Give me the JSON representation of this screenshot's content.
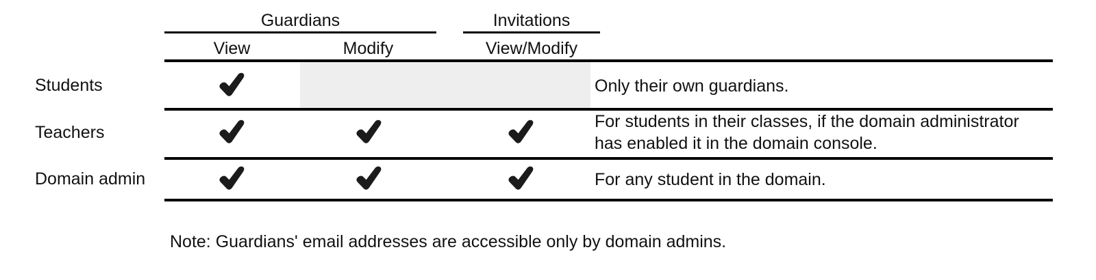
{
  "table": {
    "column_groups": [
      {
        "label": "Guardians",
        "spans": [
          "View",
          "Modify"
        ]
      },
      {
        "label": "Invitations",
        "spans": [
          "View/Modify"
        ]
      }
    ],
    "sub_headers": {
      "view": "View",
      "modify": "Modify",
      "view_modify": "View/Modify"
    },
    "check_icon": "check-mark-icon",
    "rows": [
      {
        "label": "Students",
        "guardians_view": true,
        "guardians_modify": false,
        "invitations_view_modify": false,
        "shaded_cells": "guardians_modify+invitations_view_modify",
        "description_lines": [
          "Only their own guardians."
        ]
      },
      {
        "label": "Teachers",
        "guardians_view": true,
        "guardians_modify": true,
        "invitations_view_modify": true,
        "shaded_cells": "",
        "description_lines": [
          "For students in their classes, if the domain administrator",
          "has enabled it in the domain console."
        ]
      },
      {
        "label": "Domain admin",
        "guardians_view": true,
        "guardians_modify": true,
        "invitations_view_modify": true,
        "shaded_cells": "",
        "description_lines": [
          "For any student in the domain."
        ]
      }
    ]
  },
  "note": "Note: Guardians' email addresses are accessible only by domain admins.",
  "colors": {
    "text": "#111111",
    "rule": "#000000",
    "shaded_cell": "#eeeeee",
    "background": "#ffffff"
  }
}
